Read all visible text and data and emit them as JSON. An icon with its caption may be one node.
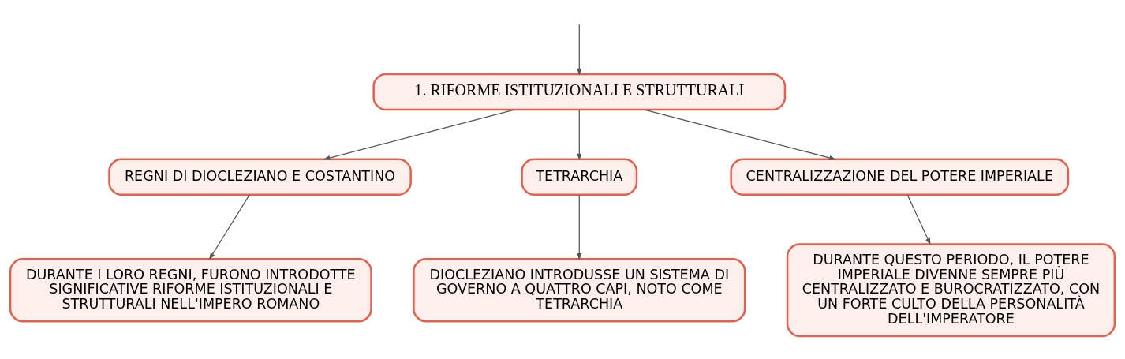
{
  "diagram": {
    "nodes": [
      {
        "text": [
          "1. RIFORME ISTITUZIONALI E STRUTTURALI"
        ]
      },
      {
        "text": [
          "REGNI DI DIOCLEZIANO E COSTANTINO"
        ]
      },
      {
        "text": [
          "TETRARCHIA"
        ]
      },
      {
        "text": [
          "CENTRALIZZAZIONE DEL POTERE IMPERIALE"
        ]
      },
      {
        "text": [
          "DURANTE I LORO REGNI, FURONO INTRODOTTE SIGNIFICATIVE RIFORME ISTITUZIONALI E STRUTTURALI NELL'IMPERO ROMANO"
        ]
      },
      {
        "text": [
          "DIOCLEZIANO INTRODUSSE UN SISTEMA DI GOVERNO A QUATTRO CAPI, NOTO COME TETRARCHIA"
        ]
      },
      {
        "text": [
          "DURANTE QUESTO PERIODO, IL POTERE IMPERIALE DIVENNE SEMPRE PIÙ CENTRALIZZATO E BUROCRATIZZATO, CON UN FORTE CULTO DELLA PERSONALITÀ DELL'IMPERATORE"
        ]
      }
    ],
    "edges": [
      {
        "from": null,
        "to": 0,
        "arrow": "to"
      },
      {
        "from": 0,
        "to": 1,
        "arrow": "to"
      },
      {
        "from": 0,
        "to": 2,
        "arrow": "to"
      },
      {
        "from": 0,
        "to": 3,
        "arrow": "to"
      },
      {
        "from": 1,
        "to": 4,
        "arrow": "to"
      },
      {
        "from": 2,
        "to": 5,
        "arrow": "to"
      },
      {
        "from": 3,
        "to": 6,
        "arrow": "to"
      }
    ]
  }
}
